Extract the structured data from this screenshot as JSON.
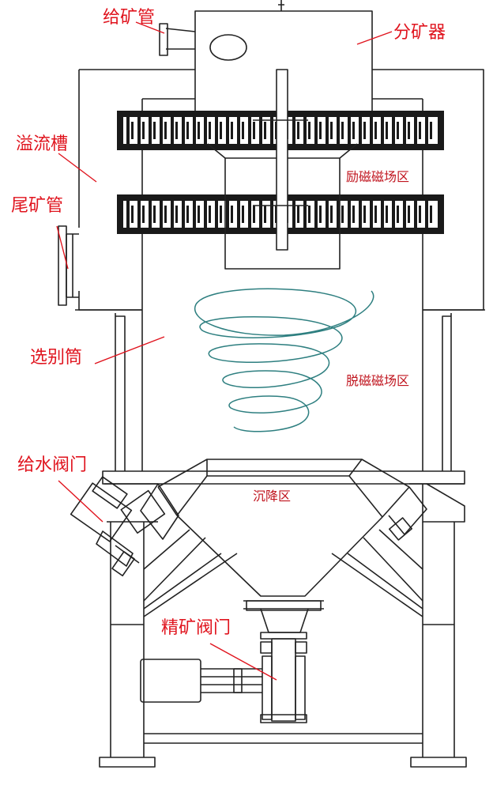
{
  "labels": {
    "feed_pipe": "给矿管",
    "distributor": "分矿器",
    "overflow_trough": "溢流槽",
    "tailings_pipe": "尾矿管",
    "separation_cylinder": "选别筒",
    "water_valve": "给水阀门",
    "concentrate_valve": "精矿阀门",
    "excitation_zone": "励磁磁场区",
    "demagnetization_zone": "脱磁磁场区",
    "settling_zone": "沉降区"
  },
  "colors": {
    "label": "#e0141e",
    "zone_label": "#c0141e",
    "line": "#222222",
    "coil": "#1a1a1a",
    "spiral": "#2e7f80"
  }
}
